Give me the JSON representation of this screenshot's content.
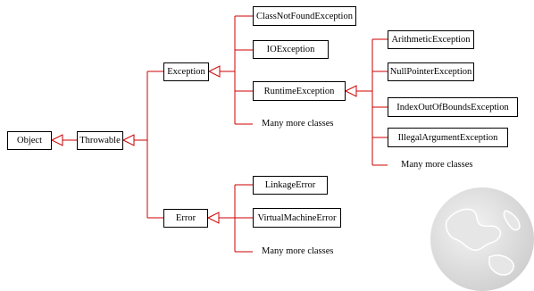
{
  "classes": {
    "object": "Object",
    "throwable": "Throwable",
    "exception": "Exception",
    "error": "Error",
    "class_not_found": "ClassNotFoundException",
    "io": "IOException",
    "runtime": "RuntimeException",
    "arithmetic": "ArithmeticException",
    "null_pointer": "NullPointerException",
    "index_out_of_bounds": "IndexOutOfBoundsException",
    "illegal_argument": "IllegalArgumentException",
    "linkage": "LinkageError",
    "virtual_machine": "VirtualMachineError"
  },
  "notes": {
    "exception_more": "Many more classes",
    "runtime_more": "Many more classes",
    "error_more": "Many more classes"
  },
  "colors": {
    "connector": "#cc0000",
    "box_border": "#000000"
  }
}
